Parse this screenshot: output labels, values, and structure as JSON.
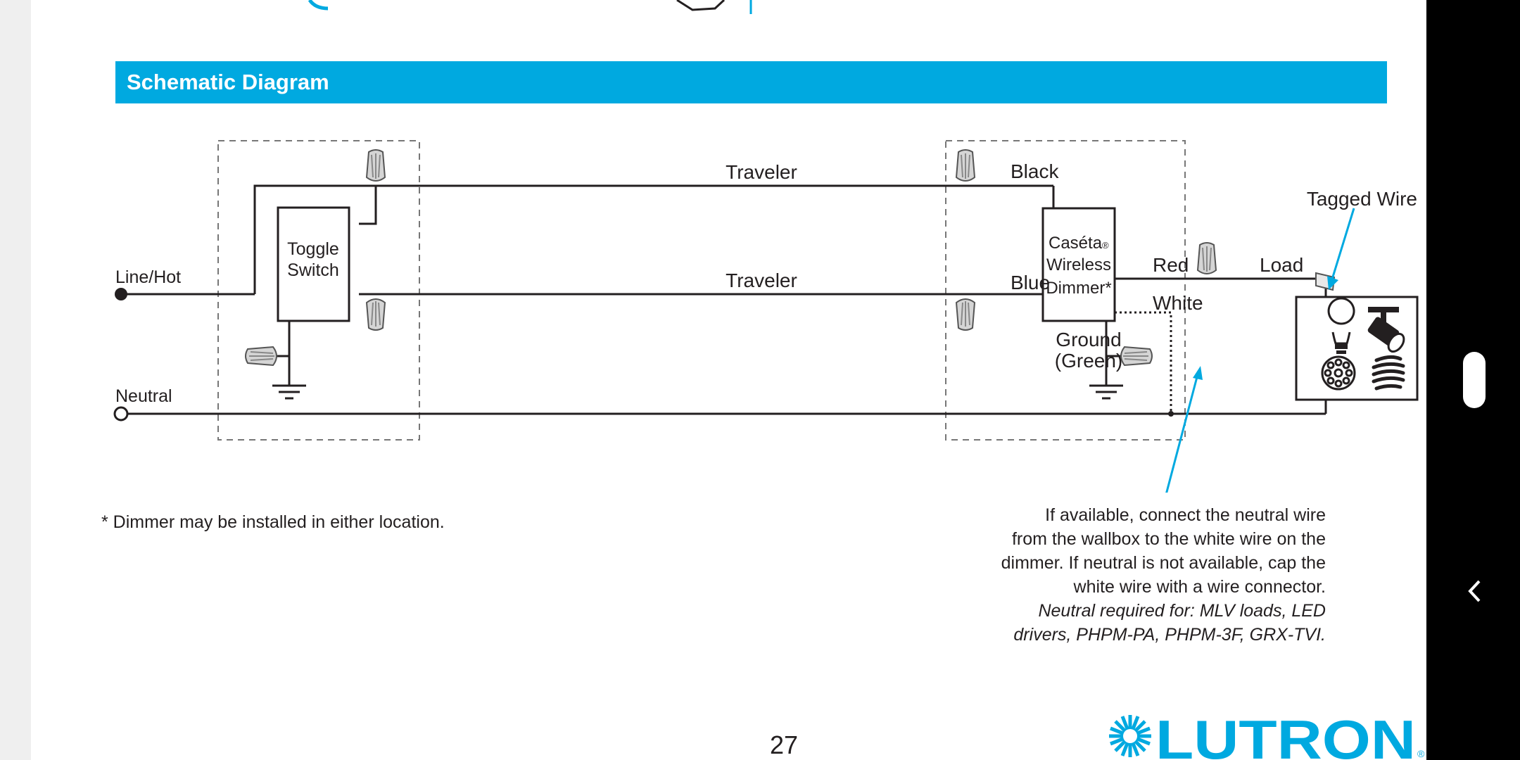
{
  "header": {
    "title": "Schematic Diagram"
  },
  "diagram": {
    "labels": {
      "line_hot": "Line/Hot",
      "neutral": "Neutral",
      "toggle_line1": "Toggle",
      "toggle_line2": "Switch",
      "traveler_top": "Traveler",
      "traveler_bottom": "Traveler",
      "black": "Black",
      "blue": "Blue",
      "dimmer_line1": "Caséta",
      "dimmer_reg": "®",
      "dimmer_line2": "Wireless",
      "dimmer_line3": "Dimmer*",
      "red": "Red",
      "white": "White",
      "ground_line1": "Ground",
      "ground_line2": "(Green)",
      "load": "Load",
      "tagged_wire": "Tagged Wire"
    }
  },
  "notes": {
    "footnote": "* Dimmer may be installed in either location.",
    "neutral_lines": [
      "If available, connect the neutral wire",
      "from the wallbox to the white wire on the",
      "dimmer. If neutral is not available, cap the",
      "white wire with a wire connector."
    ],
    "neutral_italic_lines": [
      "Neutral required for: MLV loads, LED",
      "drivers, PHPM-PA, PHPM-3F, GRX-TVI."
    ]
  },
  "footer": {
    "page_number": "27",
    "logo_text": "LUTRON",
    "logo_reg": "®"
  },
  "colors": {
    "accent": "#00a9e0",
    "ink": "#231f20",
    "connector": "#d5d5d5"
  },
  "icons": [
    "bulb-icon",
    "spotlight-icon",
    "led-array-icon",
    "cfl-icon",
    "sunburst-logo-icon",
    "chevron-left-icon"
  ]
}
